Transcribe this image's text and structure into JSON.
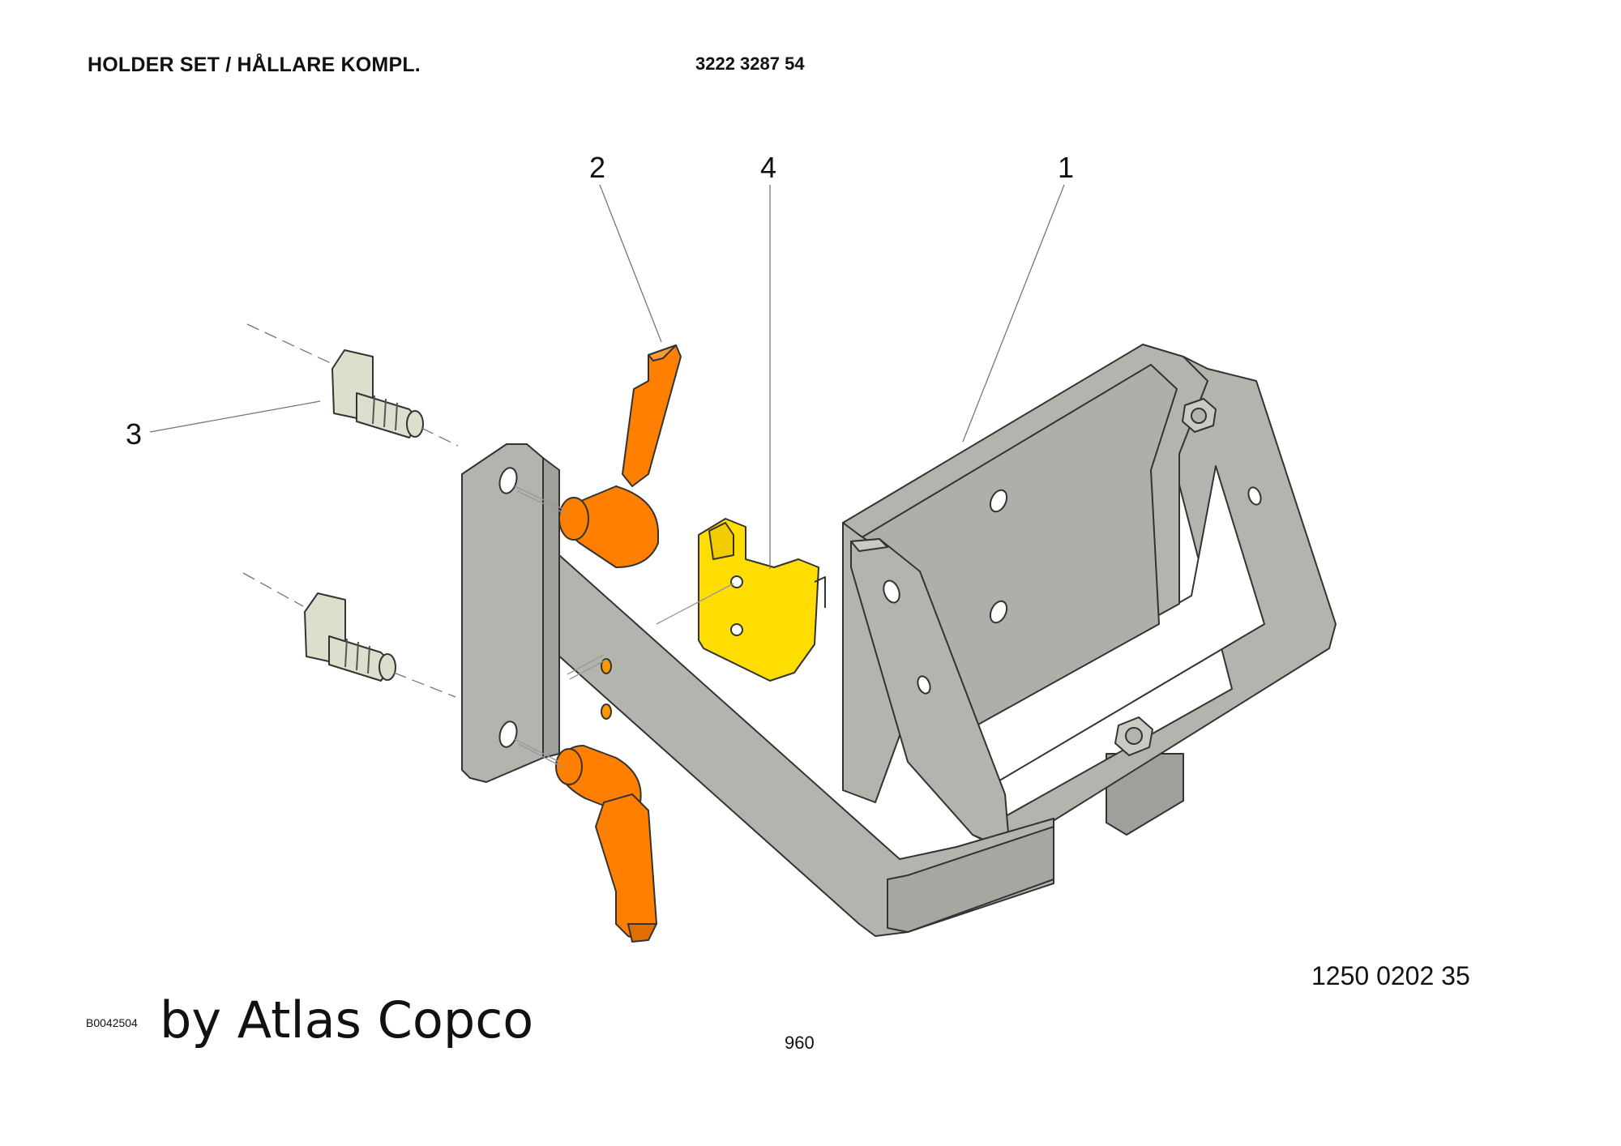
{
  "header": {
    "title": "HOLDER SET / HÅLLARE KOMPL.",
    "part_number": "3222 3287 54"
  },
  "callouts": [
    {
      "id": "callout-1",
      "label": "1"
    },
    {
      "id": "callout-2",
      "label": "2"
    },
    {
      "id": "callout-3",
      "label": "3"
    },
    {
      "id": "callout-4",
      "label": "4"
    }
  ],
  "footer": {
    "reference_number": "1250 0202 35",
    "image_id": "B0042504",
    "brand_text": "by Atlas Copco",
    "page_number": "960"
  },
  "colors": {
    "bracket_grey": "#b3b4ae",
    "lever_orange": "#ff7f00",
    "holder_yellow": "#ffdd00",
    "bolt_pale": "#dcdfcc",
    "outline": "#333333",
    "leader_line": "#777777"
  }
}
